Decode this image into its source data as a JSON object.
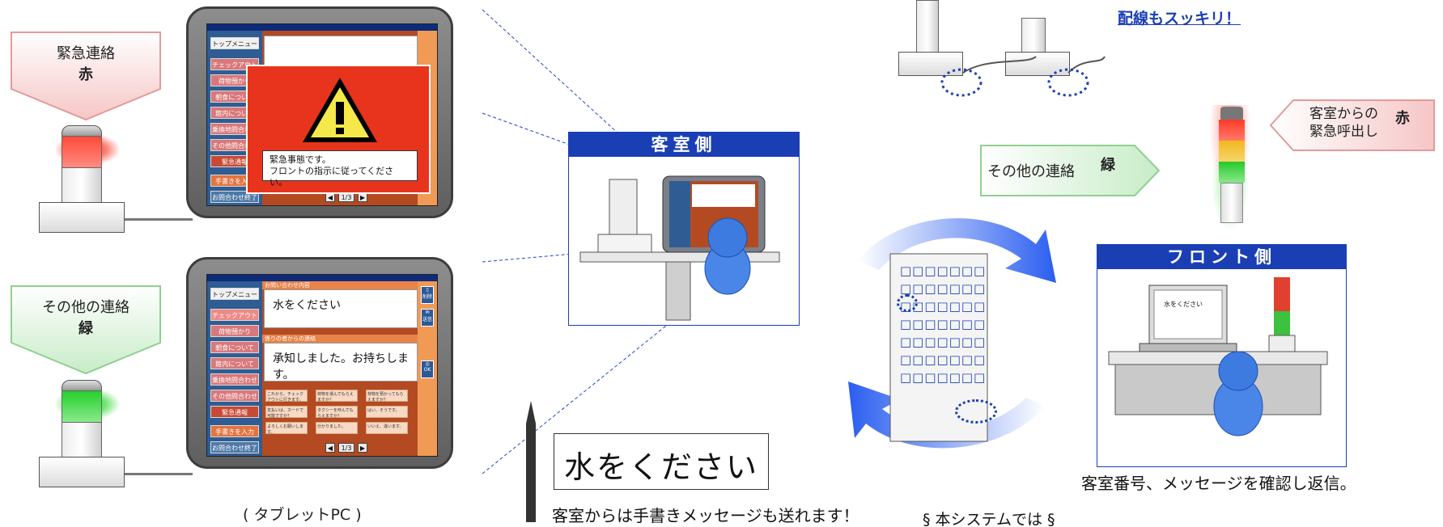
{
  "callouts": {
    "left_red": {
      "label": "緊急連絡",
      "char": "赤"
    },
    "left_green": {
      "label": "その他の連絡",
      "char": "緑"
    },
    "right_red": {
      "line1": "客室からの",
      "line2": "緊急呼出し",
      "char": "赤"
    },
    "right_green": {
      "label": "その他の連絡",
      "char": "緑"
    }
  },
  "tablet_top": {
    "menu_top": "トップメニュー",
    "menu_items": [
      "チェックアウト",
      "荷物預かり",
      "朝食について",
      "館内について",
      "乗換地問合わせ",
      "その他問合わせ",
      "緊急通報"
    ],
    "handwrite": "手書きを入力",
    "end": "お問合わせ終了",
    "alert_line1": "緊急事態です。",
    "alert_line2": "フロントの指示に従ってください。",
    "page": "1/3"
  },
  "tablet_bottom": {
    "menu_top": "トップメニュー",
    "menu_items": [
      "チェックアウト",
      "荷物預かり",
      "朝食について",
      "館内について",
      "乗換地問合わせ",
      "その他問合わせ",
      "緊急通報"
    ],
    "handwrite": "手書きを入力",
    "end": "お問合わせ終了",
    "inquiry_header": "お問い合わせ内容",
    "inquiry_text": "水をください",
    "reply_header": "係りの者からの連絡",
    "reply_text": "承知しました。お持ちします。",
    "icon_delete": "削除",
    "icon_send": "送信",
    "icon_ok": "OK",
    "quick": [
      "これから、チェックアウトに行きます。",
      "荷物を運んでもらえますか？",
      "荷物を預かってもらえますか？",
      "支払いは、カードで可能ですか？",
      "タクシーを呼んでもらえますか？",
      "はい、そうです。",
      "よろしくお願いします。",
      "分かりました。",
      "いいえ、違います。"
    ],
    "page": "1/3"
  },
  "tablet_caption": "( タブレットPC )",
  "room_panel": {
    "title": "客室側"
  },
  "front_panel": {
    "title": "フロント側",
    "screen_text": "水をください"
  },
  "handwriting": {
    "text": "水をください",
    "caption": "客室からは手書きメッセージも送れます！"
  },
  "front_caption": "客室番号、メッセージを確認し返信。",
  "wiring_note": "配線もスッキリ！",
  "system_note": "§ 本システムでは §",
  "colors": {
    "red": "#e1261c",
    "green": "#2fa534",
    "blue": "#1a3fb5"
  }
}
